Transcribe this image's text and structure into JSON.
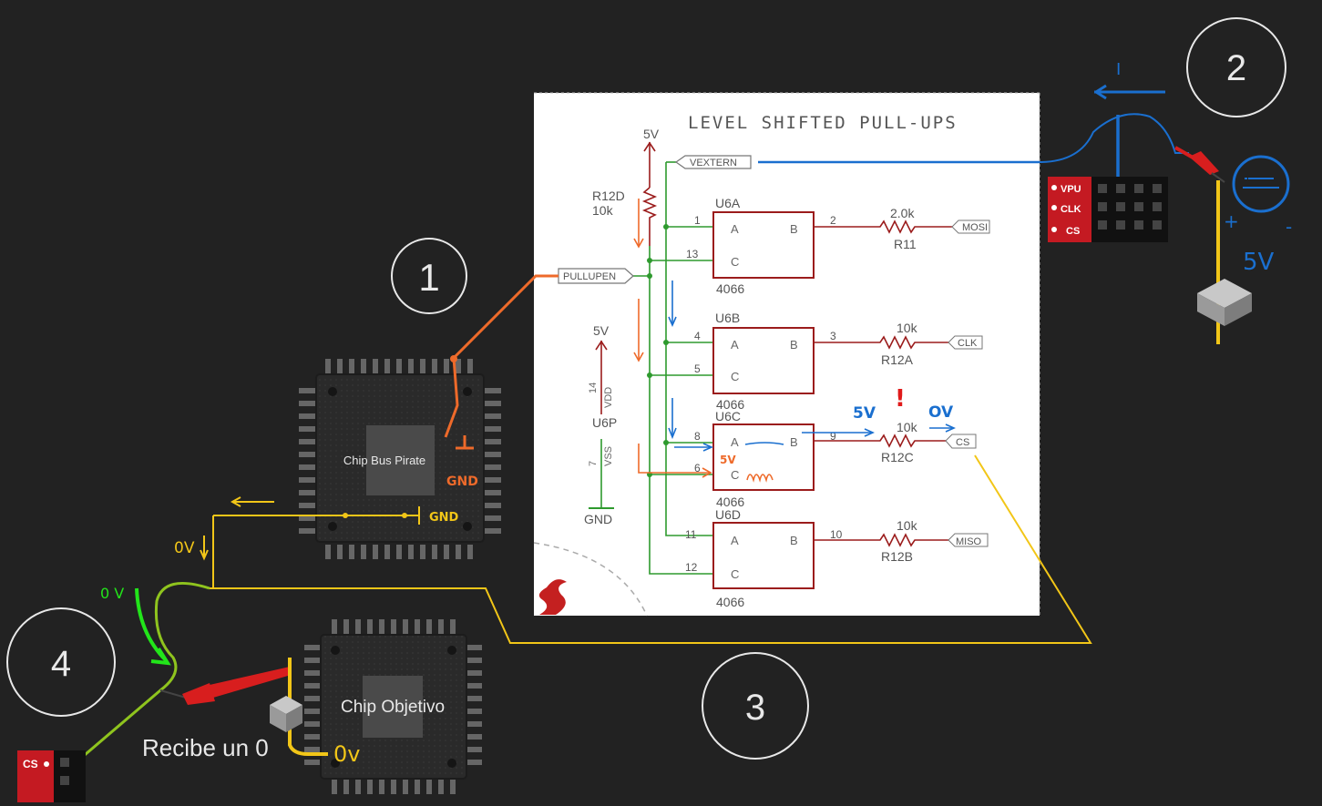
{
  "steps": [
    "1",
    "2",
    "3",
    "4"
  ],
  "chips": {
    "bus_pirate": "Chip Bus Pirate",
    "target": "Chip Objetivo"
  },
  "schematic": {
    "title": "LEVEL SHIFTED PULL-UPS",
    "supply_top": "5V",
    "supply_mid": "5V",
    "r12d_name": "R12D",
    "r12d_value": "10k",
    "vextern": "VEXTERN",
    "pullupen": "PULLUPEN",
    "u6p": "U6P",
    "vdd": "VDD",
    "vss": "VSS",
    "pin14": "14",
    "pin7": "7",
    "gnd": "GND",
    "gates": [
      {
        "name": "U6A",
        "pa": "1",
        "pc": "13",
        "pb": "2",
        "type": "4066",
        "r_value": "2.0k",
        "r_name": "R11",
        "net": "MOSI"
      },
      {
        "name": "U6B",
        "pa": "4",
        "pc": "5",
        "pb": "3",
        "type": "4066",
        "r_value": "10k",
        "r_name": "R12A",
        "net": "CLK"
      },
      {
        "name": "U6C",
        "pa": "8",
        "pc": "6",
        "pb": "9",
        "type": "4066",
        "r_value": "10k",
        "r_name": "R12C",
        "net": "CS"
      },
      {
        "name": "U6D",
        "pa": "11",
        "pc": "12",
        "pb": "10",
        "type": "4066",
        "r_value": "10k",
        "r_name": "R12B",
        "net": "MISO"
      }
    ],
    "pin_a": "A",
    "pin_b": "B",
    "pin_c": "C"
  },
  "annotations": {
    "current": "I",
    "plus": "+",
    "minus": "-",
    "five_v_supply": "5V",
    "gnd_orange": "GND",
    "gnd_yellow": "GND",
    "zero_v_yellow": "0V",
    "zero_v_green": "0 V",
    "five_v_blue": "5V",
    "zero_v_blue": "OV",
    "five_v_red": "5V",
    "exclamation": "!",
    "receives_zero": "Recibe un 0",
    "zero_v_target": "0v"
  },
  "connector_top": {
    "pins": [
      "VPU",
      "CLK",
      "CS"
    ]
  },
  "connector_bottom": {
    "pins": [
      "CS"
    ]
  },
  "colors": {
    "background": "#222222",
    "orange": "#ee6a2a",
    "blue": "#1a6fcf",
    "yellow": "#f2c618",
    "green": "#8fc41e",
    "bright_green": "#22e51a",
    "red_probe": "#d81e1e",
    "schematic_red": "#9b1c1c",
    "schematic_green": "#2e9a2e"
  }
}
